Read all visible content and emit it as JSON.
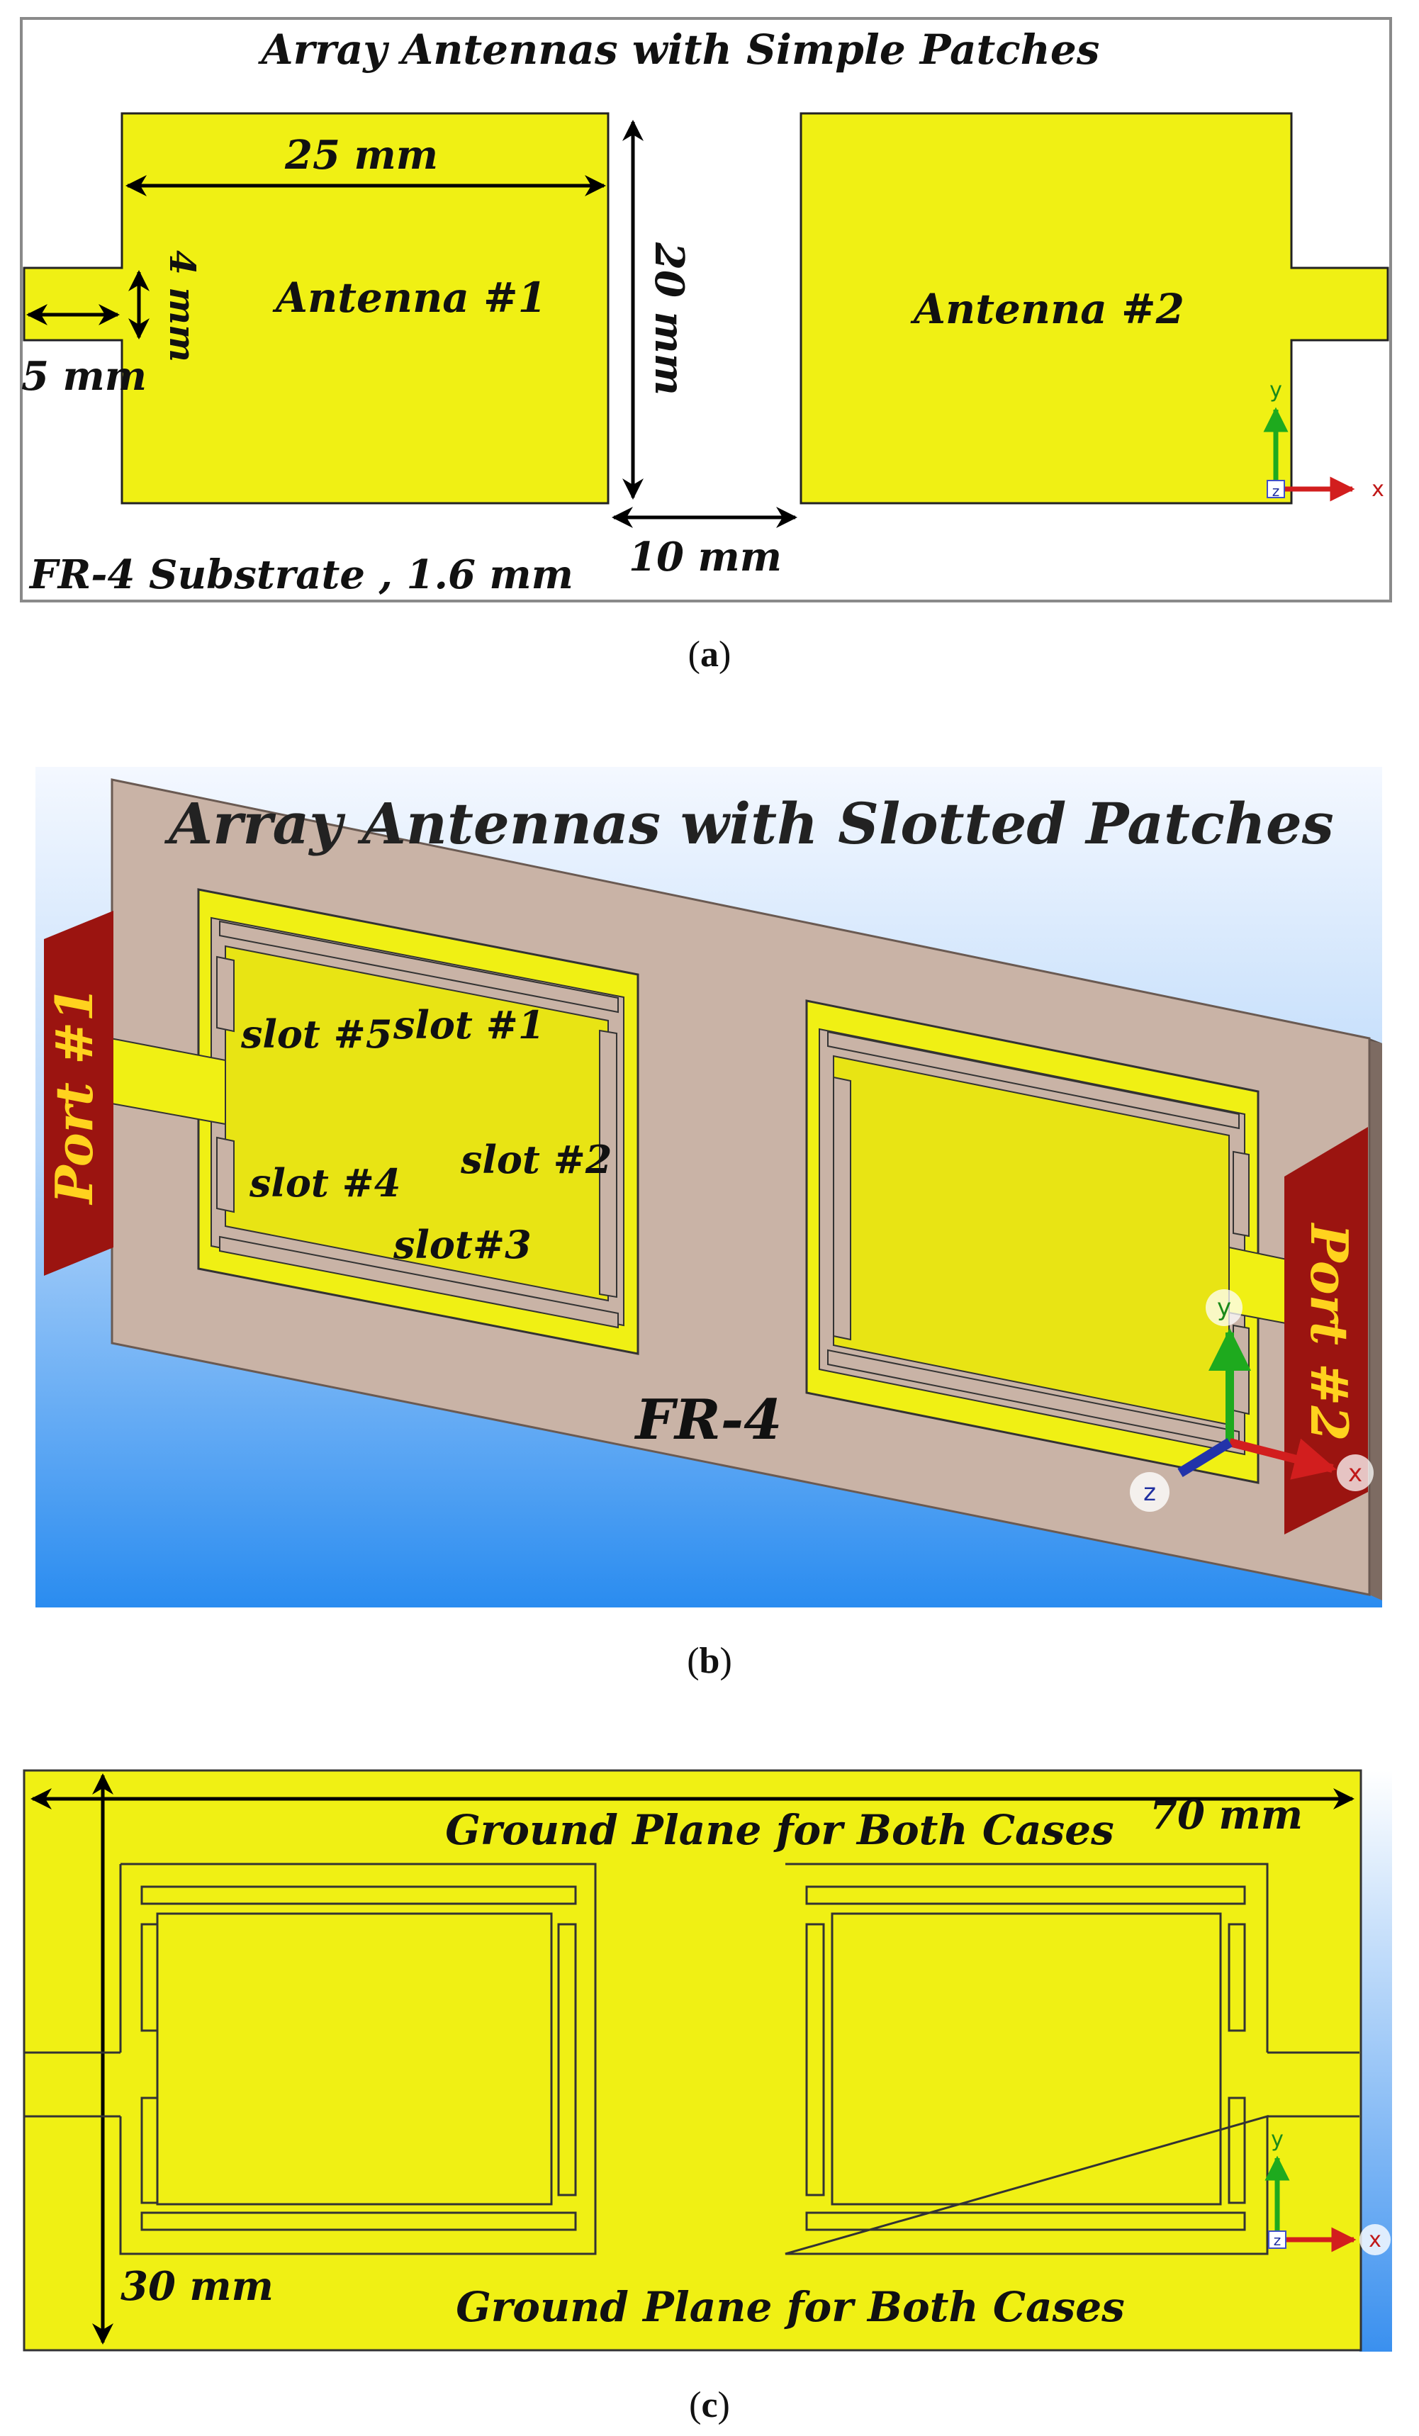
{
  "panel_a": {
    "title": "Array Antennas with Simple Patches",
    "dim_width": "25 mm",
    "dim_height": "20 mm",
    "dim_feed_width": "4 mm",
    "dim_feed_length": "5 mm",
    "dim_gap": "10 mm",
    "antenna1": "Antenna #1",
    "antenna2": "Antenna #2",
    "substrate": "FR-4 Substrate , 1.6 mm",
    "axis_y": "y",
    "axis_x": "x",
    "axis_z": "z",
    "caption_open": "(",
    "caption_letter": "a",
    "caption_close": ")"
  },
  "panel_b": {
    "title": "Array Antennas with Slotted Patches",
    "port1": "Port #1",
    "port2": "Port #2",
    "slot1": "slot #1",
    "slot2": "slot #2",
    "slot3": "slot#3",
    "slot4": "slot #4",
    "slot5": "slot #5",
    "substrate": "FR-4",
    "axis_y": "y",
    "axis_x": "x",
    "axis_z": "z",
    "caption_open": "(",
    "caption_letter": "b",
    "caption_close": ")"
  },
  "panel_c": {
    "title_top": "Ground Plane for Both Cases",
    "title_bottom": "Ground Plane for Both Cases",
    "dim_length": "70 mm",
    "dim_height": "30 mm",
    "axis_y": "y",
    "axis_x": "x",
    "axis_z": "z",
    "caption_open": "(",
    "caption_letter": "c",
    "caption_close": ")"
  },
  "colors": {
    "patch_yellow": "#f0f014",
    "substrate_tan": "#c9b3a6",
    "port_red": "#9b1410",
    "port_text": "#ffd21e",
    "sky_top": "#f4f8ff",
    "sky_bottom": "#2a8cf0"
  }
}
